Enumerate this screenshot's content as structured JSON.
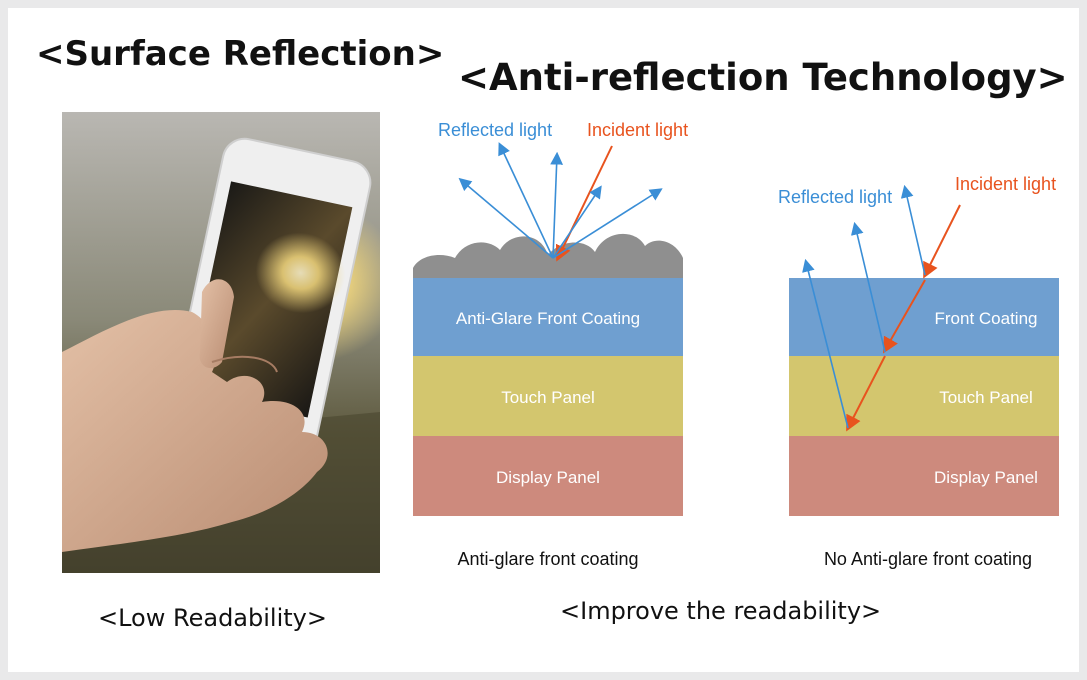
{
  "titles": {
    "left": "<Surface Reflection>",
    "right": "<Anti-reflection Technology>"
  },
  "captions": {
    "left": "<Low Readability>",
    "right": "<Improve the readability>"
  },
  "diagram_left": {
    "reflected_label": "Reflected light",
    "incident_label": "Incident light",
    "layers": [
      "Anti-Glare Front Coating",
      "Touch Panel",
      "Display Panel"
    ],
    "caption": "Anti-glare front coating"
  },
  "diagram_right": {
    "reflected_label": "Reflected light",
    "incident_label": "Incident light",
    "layers": [
      "Front Coating",
      "Touch Panel",
      "Display Panel"
    ],
    "caption": "No Anti-glare front coating"
  },
  "colors": {
    "front_coating": "#6f9fd0",
    "touch_panel": "#d3c66e",
    "display_panel": "#cd8a7d",
    "reflected_arrow": "#3a8ed6",
    "incident_arrow": "#e8531e",
    "rough_surface": "#8f8f8f"
  }
}
